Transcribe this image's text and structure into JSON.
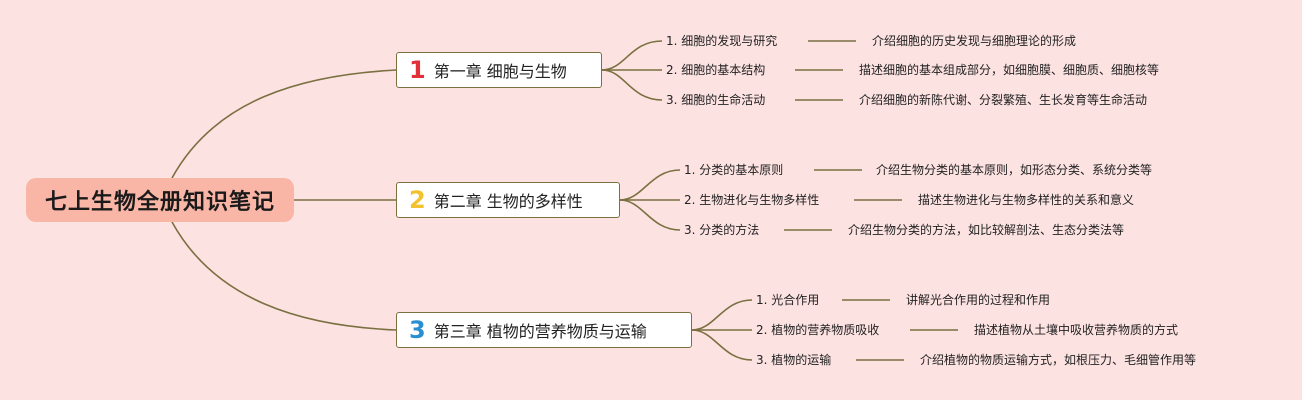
{
  "root": {
    "label": "七上生物全册知识笔记"
  },
  "colors": {
    "background": "#fde2e2",
    "root_fill": "#f9b6a7",
    "line": "#7a7040",
    "num1": "#e0303a",
    "num2": "#f2c230",
    "num3": "#2a8fd0"
  },
  "chapters": [
    {
      "number": "1",
      "title": "第一章 细胞与生物",
      "items": [
        {
          "label": "1. 细胞的发现与研究",
          "description": "介绍细胞的历史发现与细胞理论的形成"
        },
        {
          "label": "2. 细胞的基本结构",
          "description": "描述细胞的基本组成部分，如细胞膜、细胞质、细胞核等"
        },
        {
          "label": "3. 细胞的生命活动",
          "description": "介绍细胞的新陈代谢、分裂繁殖、生长发育等生命活动"
        }
      ]
    },
    {
      "number": "2",
      "title": "第二章 生物的多样性",
      "items": [
        {
          "label": "1. 分类的基本原则",
          "description": "介绍生物分类的基本原则，如形态分类、系统分类等"
        },
        {
          "label": "2. 生物进化与生物多样性",
          "description": "描述生物进化与生物多样性的关系和意义"
        },
        {
          "label": "3. 分类的方法",
          "description": "介绍生物分类的方法，如比较解剖法、生态分类法等"
        }
      ]
    },
    {
      "number": "3",
      "title": "第三章 植物的营养物质与运输",
      "items": [
        {
          "label": "1. 光合作用",
          "description": "讲解光合作用的过程和作用"
        },
        {
          "label": "2. 植物的营养物质吸收",
          "description": "描述植物从土壤中吸收营养物质的方式"
        },
        {
          "label": "3. 植物的运输",
          "description": "介绍植物的物质运输方式，如根压力、毛细管作用等"
        }
      ]
    }
  ]
}
